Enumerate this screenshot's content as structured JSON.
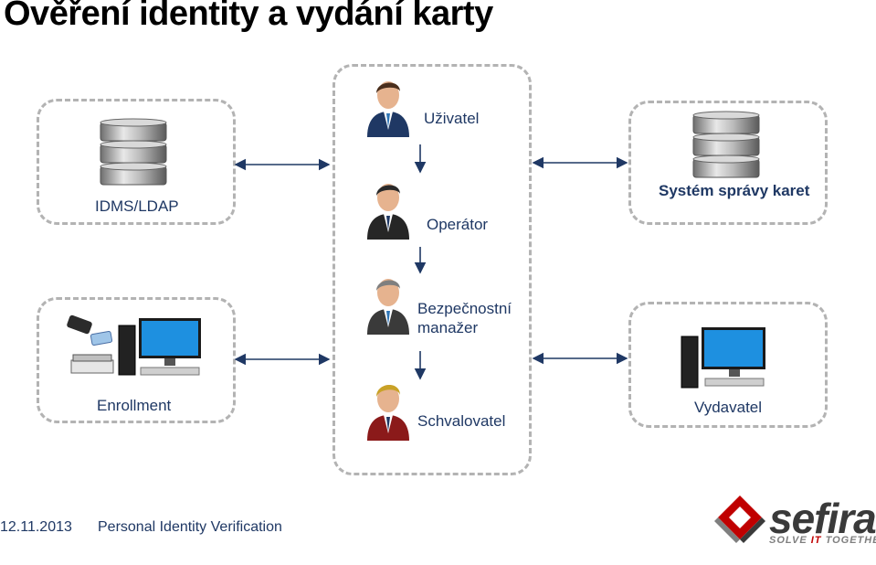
{
  "title": "Ověření identity a vydání karty",
  "nodes": {
    "idms": "IDMS/LDAP",
    "card_system": "Systém správy karet",
    "enrollment": "Enrollment",
    "issuer": "Vydavatel",
    "user": "Uživatel",
    "operator": "Operátor",
    "security_manager_line1": "Bezpečnostní",
    "security_manager_line2": "manažer",
    "approver": "Schvalovatel"
  },
  "footer": {
    "date": "12.11.2013",
    "text": "Personal Identity Verification"
  },
  "logo": {
    "word": "sefira",
    "tagline_part1": "SOLVE ",
    "tagline_accent": "IT",
    "tagline_part2": " TOGETHER"
  },
  "colors": {
    "arrow": "#1f3864",
    "box_border": "#b3b3b3",
    "accent_red": "#c00000"
  },
  "icons": {
    "database": "database-icon",
    "person": "person-icon",
    "computer": "computer-icon",
    "scanner": "scanner-icon"
  }
}
